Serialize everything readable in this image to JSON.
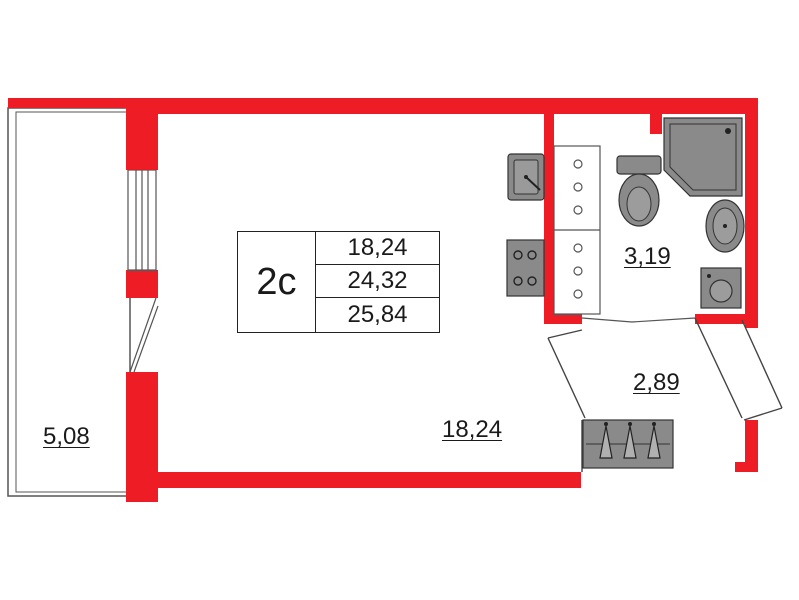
{
  "plan": {
    "apartment_type": "2с",
    "areas_legend": [
      "18,24",
      "24,32",
      "25,84"
    ],
    "rooms": {
      "balcony_area": "5,08",
      "main_room_area": "18,24",
      "bathroom_area": "3,19",
      "hallway_area": "2,89"
    },
    "colors": {
      "wall": "#ee1c25",
      "fixture": "#8a8a8a",
      "line": "#333333"
    }
  }
}
